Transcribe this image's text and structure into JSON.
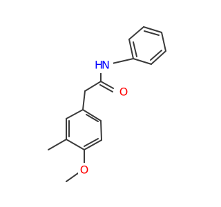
{
  "molecule": {
    "atoms": {
      "N": {
        "label": "N",
        "h_label": "H",
        "color": "#0000ff"
      },
      "O_carbonyl": {
        "label": "O",
        "color": "#ff0000"
      },
      "O_methoxy": {
        "label": "O",
        "color": "#ff0000"
      }
    },
    "colors": {
      "bond": "#3a3a3a",
      "background": "#ffffff"
    }
  }
}
